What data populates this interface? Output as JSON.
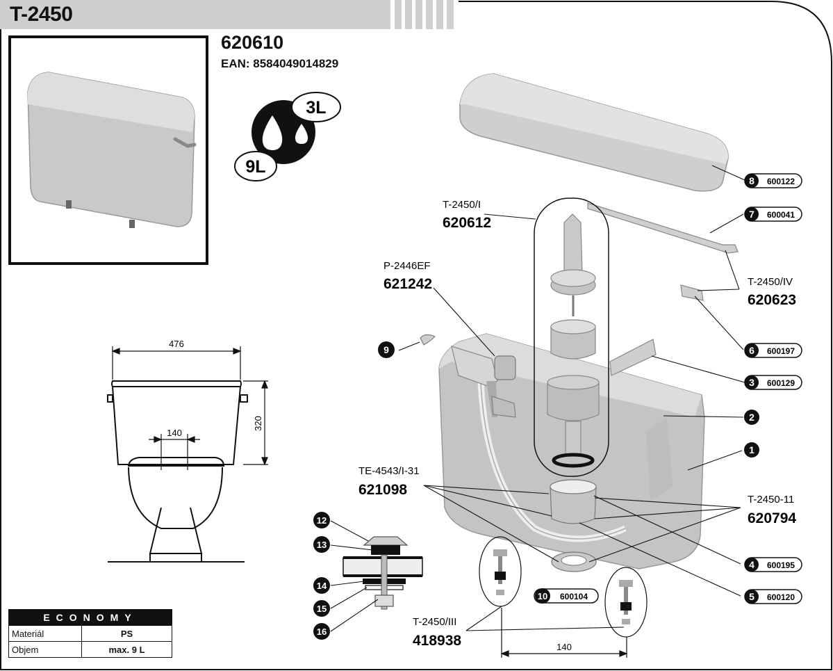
{
  "header": {
    "title": "T-2450"
  },
  "product": {
    "code": "620610",
    "ean": "EAN: 8584049014829"
  },
  "flush": {
    "small": "3L",
    "large": "9L"
  },
  "dimensions": {
    "width": "476",
    "height": "320",
    "spacing_top": "140",
    "spacing_bottom": "140"
  },
  "parts": {
    "lid_num": "8",
    "lid_code": "600122",
    "lever_num": "7",
    "lever_code": "600041",
    "clip_num": "6",
    "clip_code": "600197",
    "bracket_num": "3",
    "bracket_code": "600129",
    "tank_inner_num": "2",
    "tank_num": "1",
    "ring_num": "9",
    "seal_num": "4",
    "seal_code": "600195",
    "gasket_num": "5",
    "gasket_code": "600120",
    "nut_num": "10",
    "nut_code": "600104",
    "bolt_cap_num": "12",
    "bolt_washer_num": "13",
    "bolt_seal_num": "14",
    "bolt_washer2_num": "15",
    "bolt_nut_num": "16"
  },
  "groups": {
    "valve_label": "T-2450/I",
    "valve_code": "620612",
    "inlet_label": "P-2446EF",
    "inlet_code": "621242",
    "lever_label": "T-2450/IV",
    "lever_code": "620623",
    "outlet_label": "TE-4543/I-31",
    "outlet_code": "621098",
    "seat_label": "T-2450-11",
    "seat_code": "620794",
    "bolts_label": "T-2450/III",
    "bolts_code": "418938"
  },
  "specs": {
    "header": "ECONOMY",
    "rows": [
      {
        "label": "Materiál",
        "value": "PS"
      },
      {
        "label": "Objem",
        "value": "max. 9 L"
      }
    ]
  },
  "colors": {
    "ink": "#111111",
    "part_gray": "#c9c9c9",
    "part_shade": "#9c9c9c",
    "bar_gray": "#cfcfcf"
  }
}
